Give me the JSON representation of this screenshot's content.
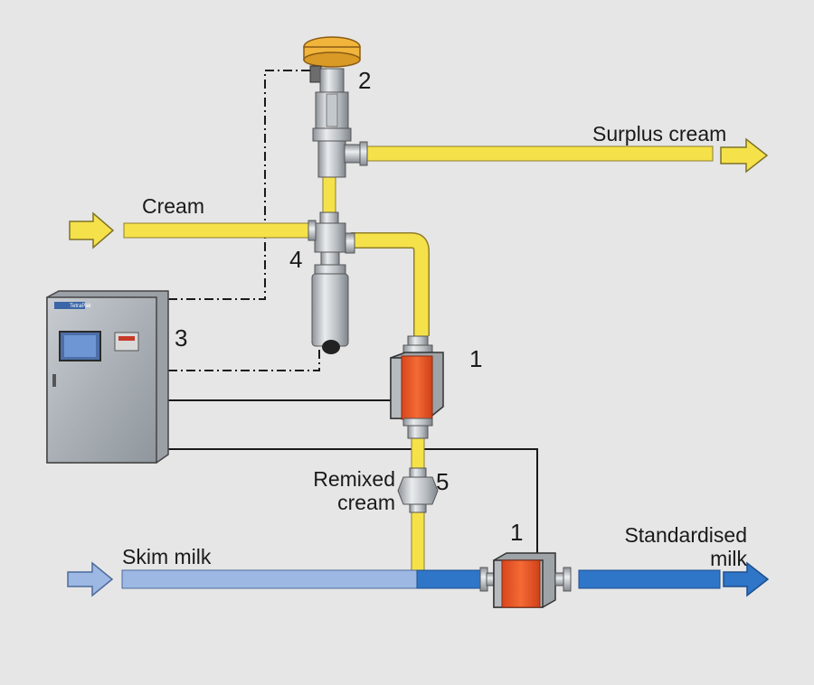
{
  "labels": {
    "surplus_cream": "Surplus cream",
    "cream": "Cream",
    "remixed_line1": "Remixed",
    "remixed_line2": "cream",
    "skim_milk": "Skim milk",
    "standardised_line1": "Standardised",
    "standardised_line2": "milk"
  },
  "numbers": {
    "valve_2": "2",
    "valve_4": "4",
    "cabinet_3": "3",
    "meter_1_upper": "1",
    "check_5": "5",
    "meter_1_lower": "1"
  },
  "cabinet_logo": "TetraPak",
  "colors": {
    "cream_pipe": "#f5e24a",
    "skim_pipe": "#9db8e3",
    "standardised_pipe": "#2f75c8",
    "meter_core": "#f05a2a",
    "actuator": "#f1b53c"
  }
}
